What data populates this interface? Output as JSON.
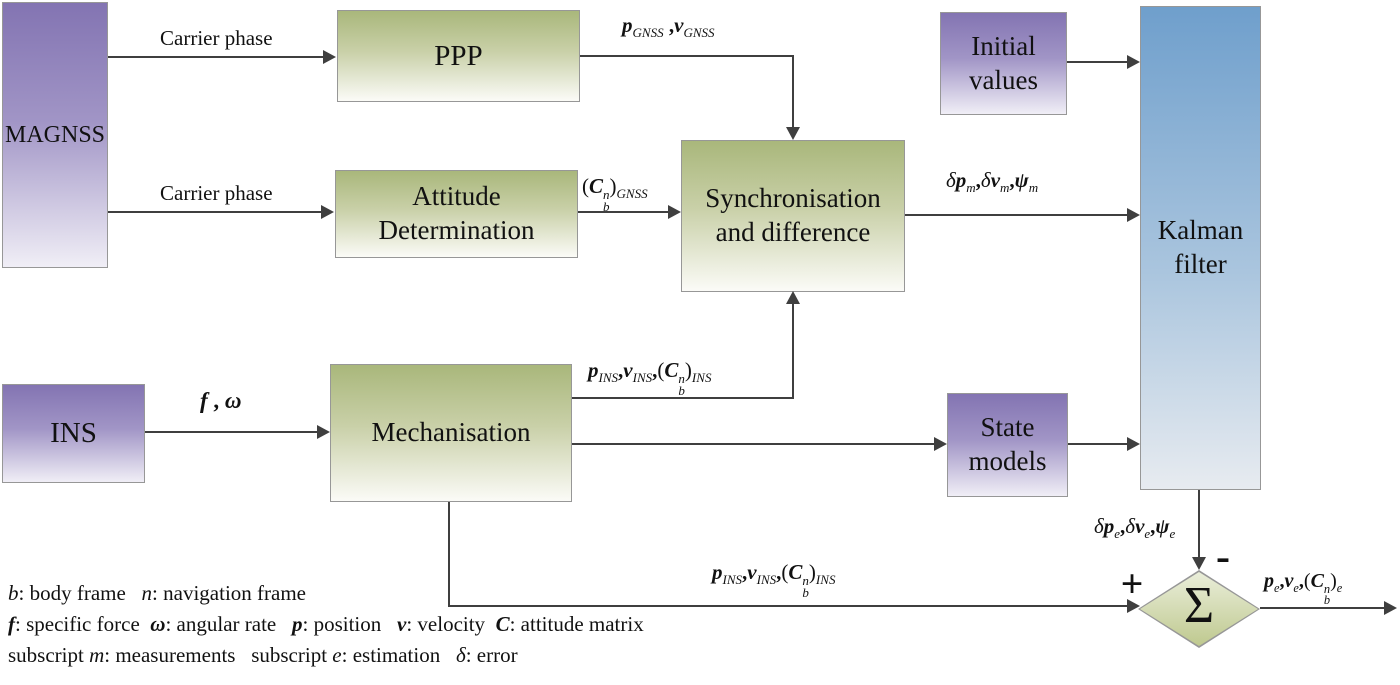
{
  "boxes": {
    "magnss": {
      "label": "MAGNSS"
    },
    "ins": {
      "label": "INS"
    },
    "ppp": {
      "label": "PPP"
    },
    "attitude": {
      "label": "Attitude\nDetermination"
    },
    "sync": {
      "label": "Synchronisation\nand difference"
    },
    "mech": {
      "label": "Mechanisation"
    },
    "initial": {
      "label": "Initial\nvalues"
    },
    "state": {
      "label": "State\nmodels"
    },
    "kalman": {
      "label": "Kalman\nfilter"
    }
  },
  "junction": {
    "sigma": "Σ",
    "plus": "+",
    "minus": "-"
  },
  "edge_labels": {
    "carrier_phase_top": "Carrier phase",
    "carrier_phase_bottom": "Carrier phase",
    "p_gnss": [
      {
        "t": "p",
        "s": "bi",
        "sub": "GNSS"
      },
      {
        "t": " ,",
        "s": "b"
      },
      {
        "t": "v",
        "s": "bi",
        "sub": "GNSS"
      }
    ],
    "c_gnss": [
      {
        "t": "(",
        "s": "n"
      },
      {
        "t": "C",
        "s": "bi",
        "sub": "b",
        "sup": "n"
      },
      {
        "t": ")",
        "s": "n",
        "sub": "GNSS"
      }
    ],
    "dpm": [
      {
        "t": "δ",
        "s": "i"
      },
      {
        "t": "p",
        "s": "bi",
        "sub": "m"
      },
      {
        "t": ",",
        "s": "b"
      },
      {
        "t": "δ",
        "s": "i"
      },
      {
        "t": "v",
        "s": "bi",
        "sub": "m"
      },
      {
        "t": ",",
        "s": "b"
      },
      {
        "t": "ψ",
        "s": "bi",
        "sub": "m"
      }
    ],
    "f_omega": [
      {
        "t": "f",
        "s": "bi"
      },
      {
        "t": " , ",
        "s": "b"
      },
      {
        "t": "ω",
        "s": "bi"
      }
    ],
    "p_ins_upper": [
      {
        "t": "p",
        "s": "bi",
        "sub": "INS"
      },
      {
        "t": ",",
        "s": "b"
      },
      {
        "t": "v",
        "s": "bi",
        "sub": "INS"
      },
      {
        "t": ",",
        "s": "b"
      },
      {
        "t": "(",
        "s": "n"
      },
      {
        "t": "C",
        "s": "bi",
        "sub": "b",
        "sup": "n"
      },
      {
        "t": ")",
        "s": "n",
        "sub": "INS"
      }
    ],
    "p_ins_lower": [
      {
        "t": "p",
        "s": "bi",
        "sub": "INS"
      },
      {
        "t": ",",
        "s": "b"
      },
      {
        "t": "v",
        "s": "bi",
        "sub": "INS"
      },
      {
        "t": ",",
        "s": "b"
      },
      {
        "t": "(",
        "s": "n"
      },
      {
        "t": "C",
        "s": "bi",
        "sub": "b",
        "sup": "n"
      },
      {
        "t": ")",
        "s": "n",
        "sub": "INS"
      }
    ],
    "dpe": [
      {
        "t": "δ",
        "s": "i"
      },
      {
        "t": "p",
        "s": "bi",
        "sub": "e"
      },
      {
        "t": ",",
        "s": "b"
      },
      {
        "t": "δ",
        "s": "i"
      },
      {
        "t": "v",
        "s": "bi",
        "sub": "e"
      },
      {
        "t": ",",
        "s": "b"
      },
      {
        "t": "ψ",
        "s": "bi",
        "sub": "e"
      }
    ],
    "p_e_out": [
      {
        "t": "p",
        "s": "bi",
        "sub": "e"
      },
      {
        "t": ",",
        "s": "b"
      },
      {
        "t": "v",
        "s": "bi",
        "sub": "e"
      },
      {
        "t": ",",
        "s": "b"
      },
      {
        "t": "(",
        "s": "n"
      },
      {
        "t": "C",
        "s": "bi",
        "sub": "b",
        "sup": "n"
      },
      {
        "t": ")",
        "s": "n",
        "sub": "e"
      }
    ]
  },
  "legend": {
    "line1": [
      {
        "t": "b",
        "s": "i"
      },
      {
        "t": ": body frame   "
      },
      {
        "t": "n",
        "s": "i"
      },
      {
        "t": ": navigation frame"
      }
    ],
    "line2": [
      {
        "t": "f",
        "s": "bi"
      },
      {
        "t": ": specific force  "
      },
      {
        "t": "ω",
        "s": "bi"
      },
      {
        "t": ": angular rate   "
      },
      {
        "t": "p",
        "s": "bi"
      },
      {
        "t": ": position   "
      },
      {
        "t": "v",
        "s": "bi"
      },
      {
        "t": ": velocity  "
      },
      {
        "t": "C",
        "s": "bi"
      },
      {
        "t": ": attitude matrix"
      }
    ],
    "line3": [
      {
        "t": "subscript "
      },
      {
        "t": "m",
        "s": "i"
      },
      {
        "t": ": measurements   subscript "
      },
      {
        "t": "e",
        "s": "i"
      },
      {
        "t": ": estimation   "
      },
      {
        "t": "δ",
        "s": "i"
      },
      {
        "t": ": error"
      }
    ]
  },
  "colors": {
    "purple-top": "#8374b2",
    "purple-bottom": "#f0eef6",
    "green-top": "#a9b77b",
    "green-bottom": "#fbfbf7",
    "blue-top": "#6f9fcc",
    "blue-bottom": "#e7ebf0",
    "diamond-top": "#eaeeda",
    "diamond-bottom": "#bfc98f",
    "line": "#3f3f3f",
    "border": "#979797",
    "text": "#111111"
  }
}
